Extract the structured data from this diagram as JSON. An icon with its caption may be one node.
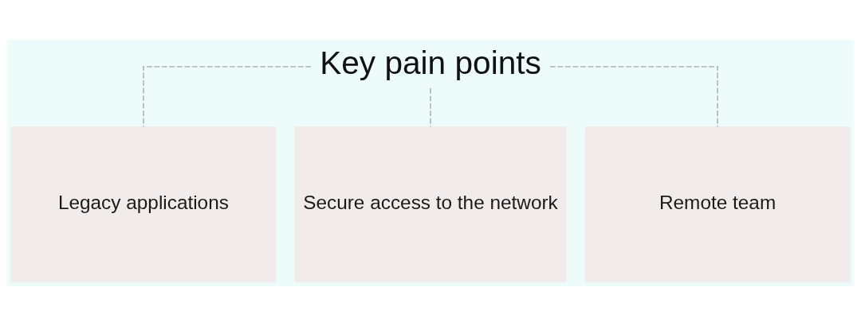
{
  "diagram": {
    "nodes": [
      {
        "text": [
          "Key pain points"
        ]
      },
      {
        "text": [
          "Legacy applications"
        ]
      },
      {
        "text": [
          "Secure access to the network"
        ]
      },
      {
        "text": [
          "Remote team"
        ]
      }
    ],
    "edges": [
      {
        "from": 0,
        "to": 1,
        "arrow": "none",
        "style": "dashed"
      },
      {
        "from": 0,
        "to": 2,
        "arrow": "none",
        "style": "dashed"
      },
      {
        "from": 0,
        "to": 3,
        "arrow": "none",
        "style": "dashed"
      }
    ]
  }
}
